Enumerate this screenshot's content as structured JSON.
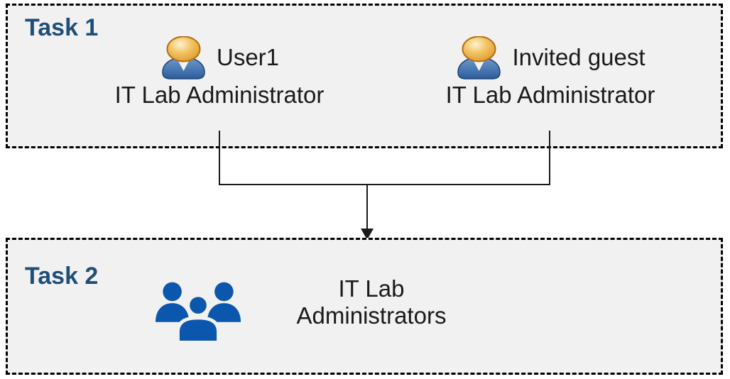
{
  "task1": {
    "label": "Task 1",
    "users": [
      {
        "name": "User1",
        "role": "IT Lab Administrator",
        "icon": "person-icon"
      },
      {
        "name": "Invited guest",
        "role": "IT Lab Administrator",
        "icon": "person-icon"
      }
    ]
  },
  "task2": {
    "label": "Task 2",
    "group": {
      "icon": "people-group-icon",
      "name_line1": "IT Lab",
      "name_line2": "Administrators"
    }
  },
  "connector": {
    "meaning": "both Task 1 users merge into Task 2 group",
    "style": "arrow-down"
  },
  "colors": {
    "task_label": "#1f4e79",
    "box_background": "#f1f1f1",
    "box_border": "#000000",
    "connector_line": "#1a1a1a",
    "group_icon_blue": "#0b57ad",
    "person_head_orange": "#e8a53e",
    "person_body_blue": "#3c6cab",
    "body_text": "#1a1a1a"
  }
}
